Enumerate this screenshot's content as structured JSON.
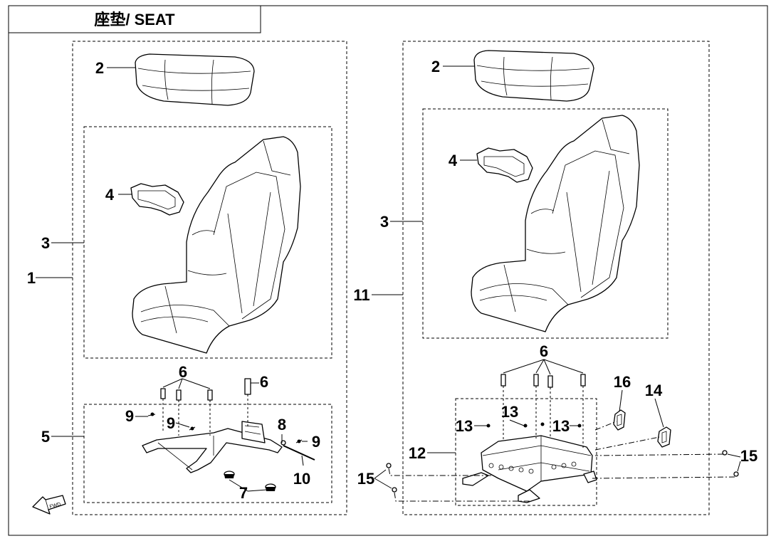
{
  "title": "座垫/ SEAT",
  "fwd_label": "FWD",
  "callouts_left": {
    "c1": "1",
    "c2": "2",
    "c3": "3",
    "c4": "4",
    "c5": "5",
    "c6a": "6",
    "c6b": "6",
    "c7": "7",
    "c8": "8",
    "c9a": "9",
    "c9b": "9",
    "c9c": "9",
    "c10": "10"
  },
  "callouts_right": {
    "c2": "2",
    "c3": "3",
    "c4": "4",
    "c6": "6",
    "c11": "11",
    "c12": "12",
    "c13a": "13",
    "c13b": "13",
    "c13c": "13",
    "c14": "14",
    "c15a": "15",
    "c15b": "15",
    "c16": "16"
  }
}
